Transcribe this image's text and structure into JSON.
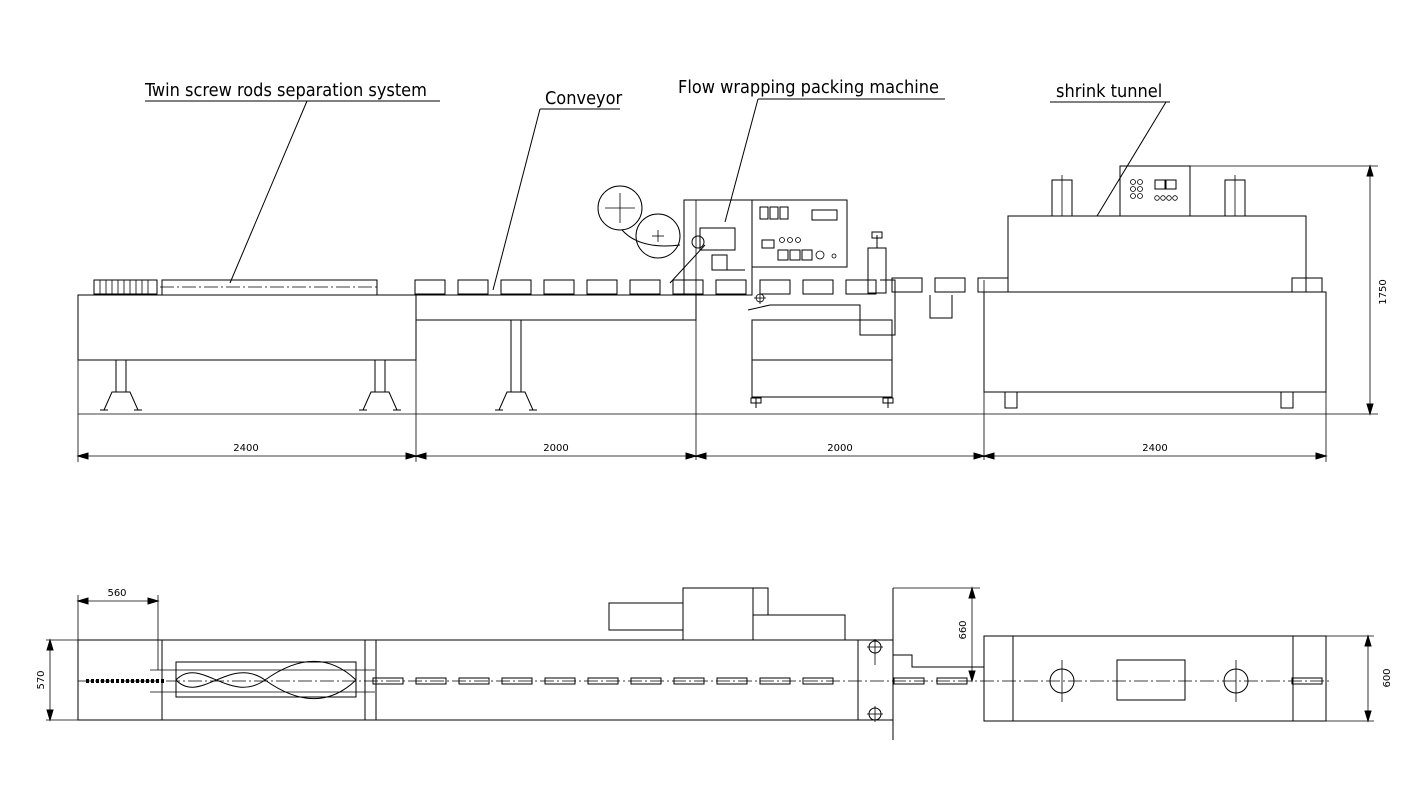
{
  "labels": {
    "separation": "Twin screw rods separation system",
    "conveyor": "Conveyor",
    "flow_wrapper": "Flow wrapping packing machine",
    "shrink_tunnel": "shrink tunnel"
  },
  "side_view_dimensions": {
    "d1": "2400",
    "d2": "2000",
    "d3": "2000",
    "d4": "2400",
    "height": "1750"
  },
  "top_view_dimensions": {
    "entry_width": "560",
    "left_depth": "570",
    "machine_offset": "660",
    "tunnel_depth": "600"
  },
  "colors": {
    "line": "#000000",
    "background": "#ffffff"
  }
}
